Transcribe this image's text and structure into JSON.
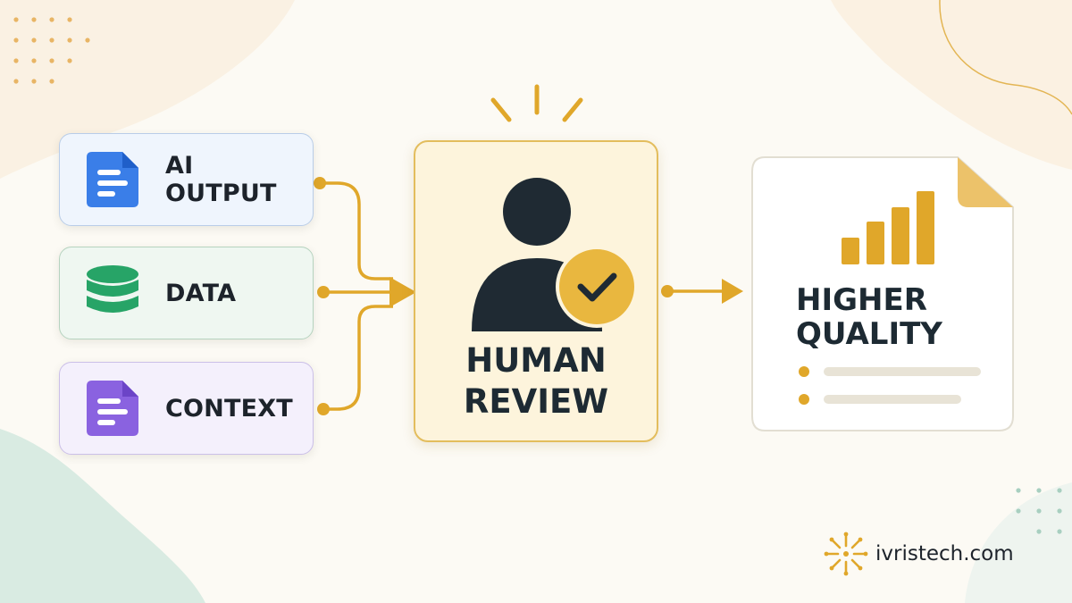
{
  "inputs": {
    "ai_output": "AI OUTPUT",
    "data": "DATA",
    "context": "CONTEXT"
  },
  "review": {
    "line1": "HUMAN",
    "line2": "REVIEW"
  },
  "result": {
    "line1": "HIGHER",
    "line2": "QUALITY"
  },
  "brand": "ivristech.com",
  "colors": {
    "accent_gold": "#e0a72a",
    "ai_blue": "#3a7ee8",
    "data_green": "#27a467",
    "context_purple": "#8a62e0",
    "dark": "#1d2a33",
    "background": "#fcfaf4"
  },
  "icons": [
    "document-icon",
    "database-icon",
    "person-icon",
    "checkmark-icon",
    "bar-chart-icon",
    "sparkle-logo-icon"
  ]
}
